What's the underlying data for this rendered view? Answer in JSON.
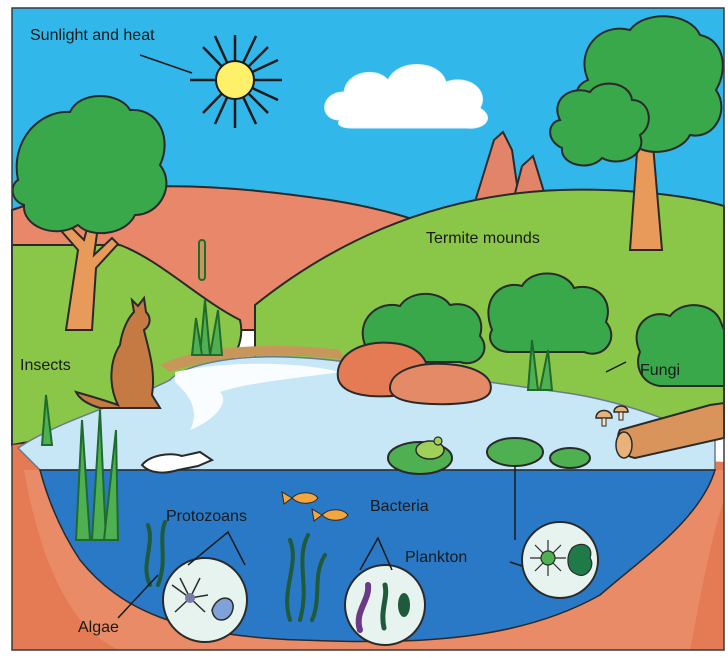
{
  "labels": {
    "sunlight": "Sunlight and heat",
    "termites": "Termite mounds",
    "insects": "Insects",
    "fungi": "Fungi",
    "protozoans": "Protozoans",
    "bacteria": "Bacteria",
    "plankton": "Plankton",
    "algae": "Algae"
  },
  "colors": {
    "sky": "#31b7ea",
    "grass": "#86c443",
    "hill": "#e9876a",
    "water_light": "#bfe3f5",
    "water_deep": "#2a79c7",
    "soil": "#e47b55",
    "tree_green": "#38a84a",
    "trunk": "#e79a5a",
    "sun": "#fff06a"
  }
}
